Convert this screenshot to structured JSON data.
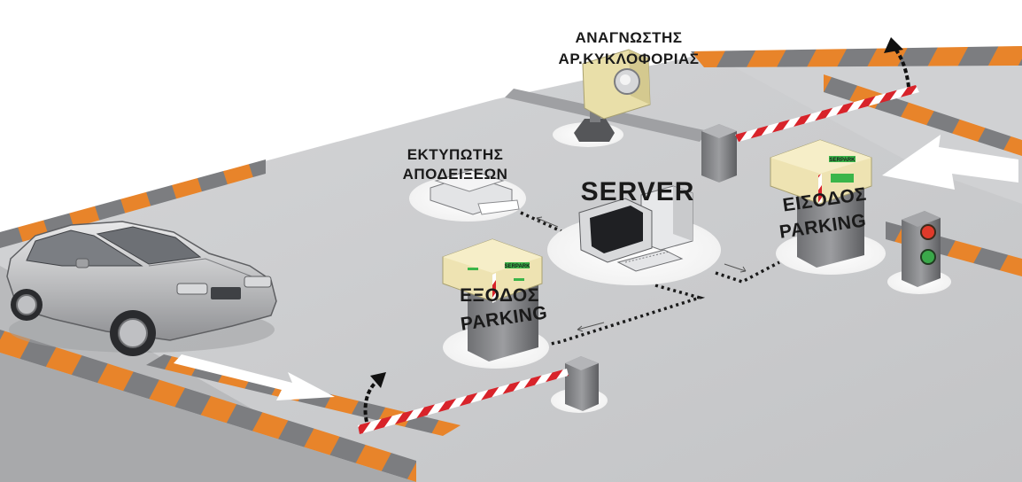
{
  "labels": {
    "reader_line1": "ΑΝΑΓΝΩΣΤΗΣ",
    "reader_line2": "ΑΡ.ΚΥΚΛΟΦΟΡΙΑΣ",
    "printer_line1": "ΕΚΤΥΠΩΤΗΣ",
    "printer_line2": "ΑΠΟΔΕΙΞΕΩΝ",
    "server": "SERVER",
    "entry_line1": "ΕΙΣΟΔΟΣ",
    "entry_line2": "PARKING",
    "exit_line1": "ΕΞΟΔΟΣ",
    "exit_line2": "PARKING"
  },
  "device_plate": "SERPARK",
  "colors": {
    "floor": "#c9cacc",
    "floor_shadow": "#a6a7aa",
    "curb_orange": "#e8842a",
    "curb_grey": "#7c7d80",
    "barrier_red": "#d8232a",
    "terminal_body": "#eee3b2",
    "terminal_green": "#3bb54a",
    "light_red": "#e03a2a",
    "light_green": "#3aa84a"
  }
}
